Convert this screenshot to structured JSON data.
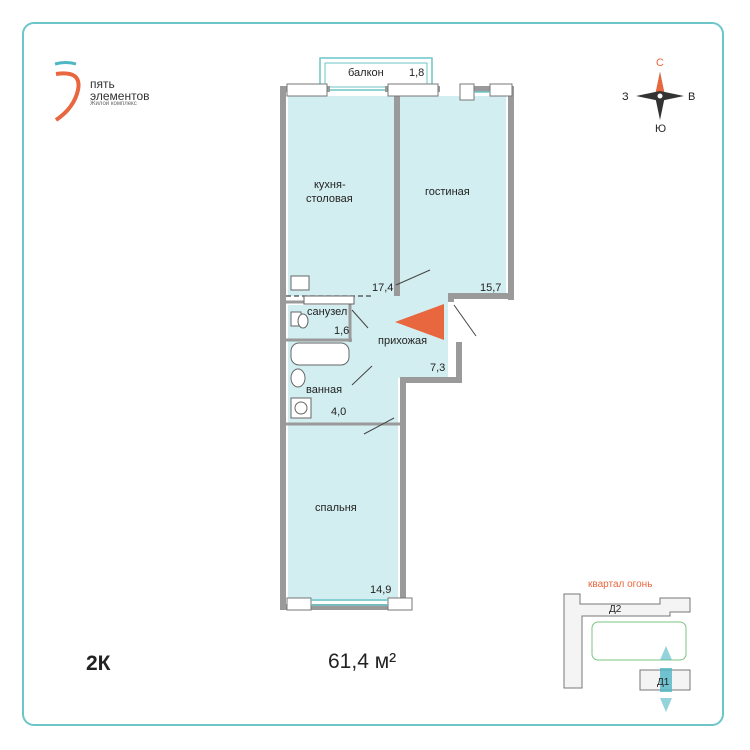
{
  "brand": {
    "name_line1": "пять",
    "name_line2": "элементов",
    "tagline": "Жилой комплекс",
    "accent": "#e8673f",
    "teal": "#4fb6c4"
  },
  "compass": {
    "north": "С",
    "south": "Ю",
    "west": "З",
    "east": "В"
  },
  "apartment": {
    "type": "2К",
    "total_area": "61,4 м²"
  },
  "rooms": {
    "balcony": {
      "name": "балкон",
      "area": "1,8"
    },
    "kitchen": {
      "name_line1": "кухня-",
      "name_line2": "столовая",
      "area": "17,4"
    },
    "living": {
      "name": "гостиная",
      "area": "15,7"
    },
    "wc": {
      "name": "санузел",
      "area": "1,6"
    },
    "hall": {
      "name": "прихожая",
      "area": "7,3"
    },
    "bath": {
      "name": "ванная",
      "area": "4,0"
    },
    "bedroom": {
      "name": "спальня",
      "area": "14,9"
    }
  },
  "minimap": {
    "block_name": "квартал огонь",
    "building_2": "Д2",
    "building_1": "Д1"
  },
  "colors": {
    "room_fill": "#d3eef0",
    "wall": "#9a9a9a",
    "frame": "#6cc6c8",
    "arrow": "#e8673f"
  }
}
